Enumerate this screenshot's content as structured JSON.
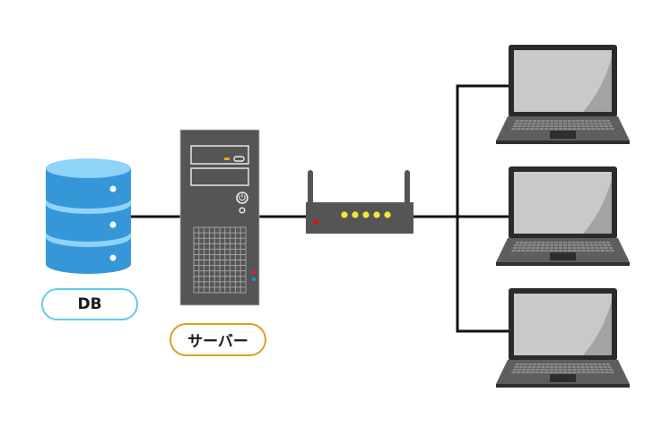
{
  "diagram": {
    "type": "network-topology",
    "nodes": [
      {
        "id": "db",
        "kind": "database",
        "label": "DB"
      },
      {
        "id": "server",
        "kind": "server",
        "label": "サーバー"
      },
      {
        "id": "router",
        "kind": "router",
        "label": ""
      },
      {
        "id": "laptop1",
        "kind": "laptop",
        "label": ""
      },
      {
        "id": "laptop2",
        "kind": "laptop",
        "label": ""
      },
      {
        "id": "laptop3",
        "kind": "laptop",
        "label": ""
      }
    ],
    "edges": [
      {
        "from": "db",
        "to": "server"
      },
      {
        "from": "server",
        "to": "router"
      },
      {
        "from": "router",
        "to": "laptop1"
      },
      {
        "from": "router",
        "to": "laptop2"
      },
      {
        "from": "router",
        "to": "laptop3"
      }
    ]
  },
  "labels": {
    "db": "DB",
    "server": "サーバー"
  },
  "colors": {
    "db_body": "#3597d8",
    "db_highlight": "#8fd3f7",
    "db_label_border": "#5fcbea",
    "server_label_border": "#d9a21f",
    "device_gray": "#555555",
    "router_led": "#f5e63a",
    "router_power_led": "#e01010",
    "connector_line": "#111111"
  }
}
